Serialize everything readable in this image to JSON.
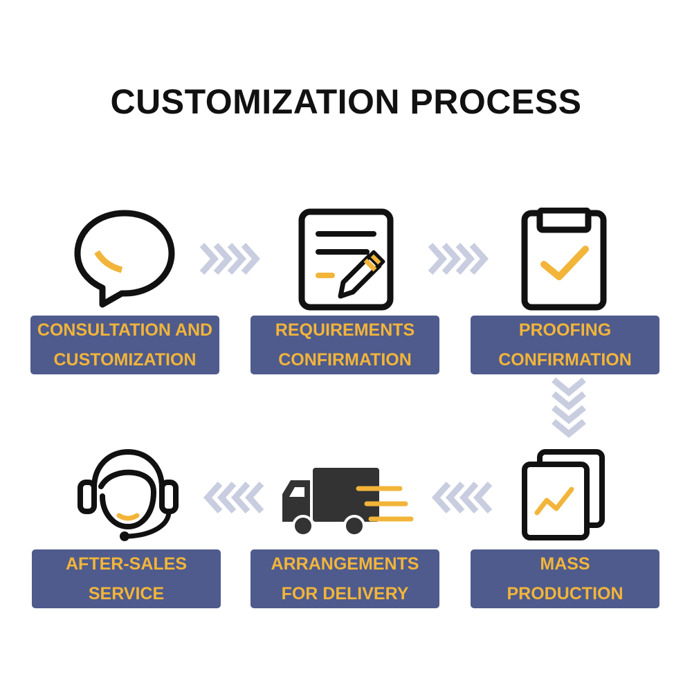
{
  "title": "CUSTOMIZATION PROCESS",
  "colors": {
    "label_bg": "#4f5b8c",
    "label_text": "#f2b53a",
    "accent": "#f2b53a",
    "arrow": "#c9cde0",
    "icon_stroke": "#111111"
  },
  "steps": [
    {
      "line1": "CONSULTATION AND",
      "line2": "CUSTOMIZATION",
      "icon": "speech-bubble-icon"
    },
    {
      "line1": "REQUIREMENTS",
      "line2": "CONFIRMATION",
      "icon": "document-pencil-icon"
    },
    {
      "line1": "PROOFING",
      "line2": "CONFIRMATION",
      "icon": "clipboard-check-icon"
    },
    {
      "line1": "MASS",
      "line2": "PRODUCTION",
      "icon": "chart-pages-icon"
    },
    {
      "line1": "ARRANGEMENTS",
      "line2": "FOR DELIVERY",
      "icon": "delivery-truck-icon"
    },
    {
      "line1": "AFTER-SALES",
      "line2": "SERVICE",
      "icon": "headset-agent-icon"
    }
  ]
}
